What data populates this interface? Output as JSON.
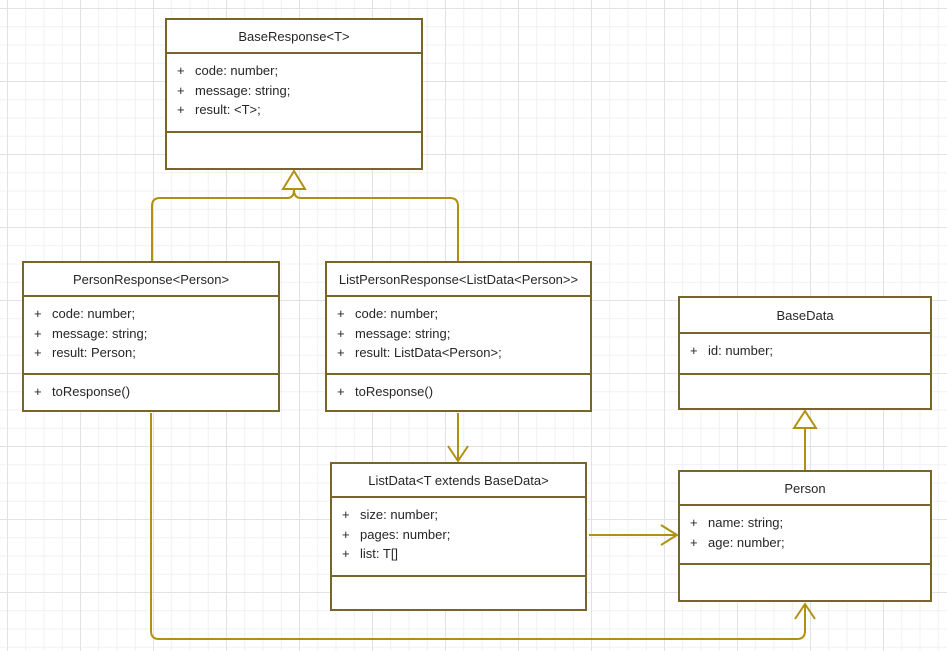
{
  "diagram": {
    "colors": {
      "background": "#ffffff",
      "grid_minor": "#f0f0f0",
      "grid_major": "#e2e2e2",
      "box_fill": "#ffffff",
      "box_border": "#77652a",
      "connector": "#b2900f",
      "text": "#262626"
    },
    "classes": [
      {
        "title": "BaseResponse<T>",
        "attributes": [
          {
            "vis": "+",
            "text": "code: number;"
          },
          {
            "vis": "+",
            "text": "message: string;"
          },
          {
            "vis": "+",
            "text": "result: <T>;"
          }
        ],
        "methods": []
      },
      {
        "title": "PersonResponse<Person>",
        "attributes": [
          {
            "vis": "+",
            "text": "code: number;"
          },
          {
            "vis": "+",
            "text": "message: string;"
          },
          {
            "vis": "+",
            "text": "result: Person;"
          }
        ],
        "methods": [
          {
            "vis": "+",
            "text": "toResponse()"
          }
        ]
      },
      {
        "title": "ListPersonResponse<ListData<Person>>",
        "attributes": [
          {
            "vis": "+",
            "text": "code: number;"
          },
          {
            "vis": "+",
            "text": "message: string;"
          },
          {
            "vis": "+",
            "text": "result: ListData<Person>;"
          }
        ],
        "methods": [
          {
            "vis": "+",
            "text": "toResponse()"
          }
        ]
      },
      {
        "title": "BaseData",
        "attributes": [
          {
            "vis": "+",
            "text": "id: number;"
          }
        ],
        "methods": []
      },
      {
        "title": "ListData<T extends BaseData>",
        "attributes": [
          {
            "vis": "+",
            "text": "size: number;"
          },
          {
            "vis": "+",
            "text": "pages: number;"
          },
          {
            "vis": "+",
            "text": "list: T[]"
          }
        ],
        "methods": []
      },
      {
        "title": "Person",
        "attributes": [
          {
            "vis": "+",
            "text": "name: string;"
          },
          {
            "vis": "+",
            "text": "age: number;"
          }
        ],
        "methods": []
      }
    ],
    "relationships": [
      {
        "from": "PersonResponse<Person>",
        "to": "BaseResponse<T>",
        "type": "generalization"
      },
      {
        "from": "ListPersonResponse<ListData<Person>>",
        "to": "BaseResponse<T>",
        "type": "generalization"
      },
      {
        "from": "ListPersonResponse<ListData<Person>>",
        "to": "ListData<T extends BaseData>",
        "type": "directed-association"
      },
      {
        "from": "ListData<T extends BaseData>",
        "to": "Person",
        "type": "directed-association"
      },
      {
        "from": "Person",
        "to": "BaseData",
        "type": "generalization"
      },
      {
        "from": "PersonResponse<Person>",
        "to": "Person",
        "type": "directed-association"
      }
    ]
  }
}
